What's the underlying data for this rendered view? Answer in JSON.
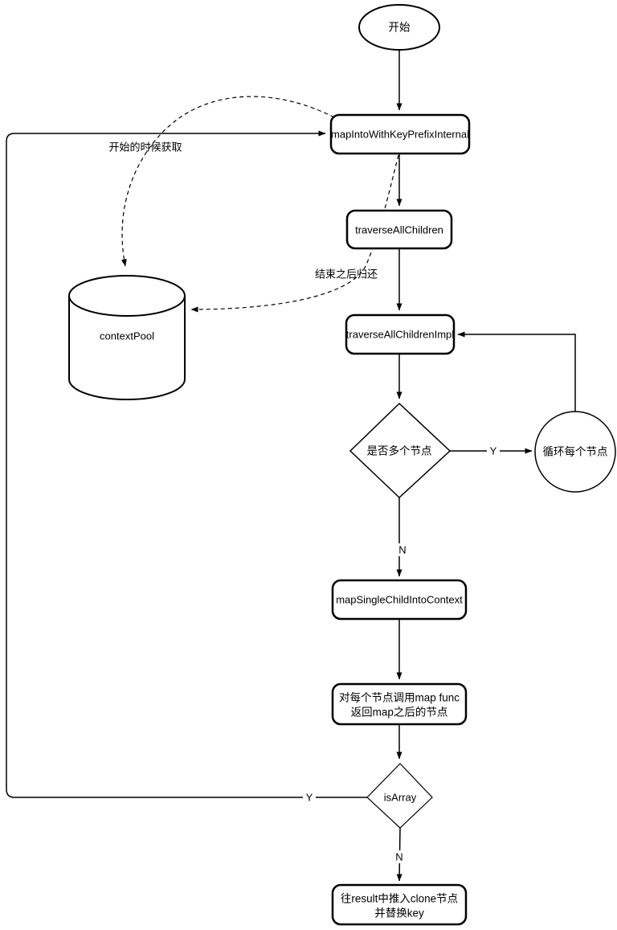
{
  "diagram": {
    "background_color": "#ffffff",
    "stroke_color": "#000000",
    "nodes": {
      "start": {
        "shape": "ellipse",
        "label": "开始"
      },
      "map_into": {
        "shape": "rounded-rect",
        "label": "mapIntoWithKeyPrefixInternal"
      },
      "traverse_all": {
        "shape": "rounded-rect",
        "label": "traverseAllChildren"
      },
      "traverse_impl": {
        "shape": "rounded-rect",
        "label": "traverseAllChildrenImpl"
      },
      "multi_node_decision": {
        "shape": "diamond",
        "label": "是否多个节点"
      },
      "loop_each_node": {
        "shape": "circle",
        "label": "循环每个节点"
      },
      "map_single": {
        "shape": "rounded-rect",
        "label": "mapSingleChildIntoContext"
      },
      "call_map_func": {
        "shape": "rounded-rect",
        "line1": "对每个节点调用map func",
        "line2": "返回map之后的节点"
      },
      "is_array_decision": {
        "shape": "diamond",
        "label": "isArray"
      },
      "push_result": {
        "shape": "rounded-rect",
        "line1": "往result中推入clone节点",
        "line2": "并替换key"
      },
      "context_pool": {
        "shape": "cylinder",
        "label": "contextPool"
      }
    },
    "edge_labels": {
      "acquire": "开始的时候获取",
      "release": "结束之后归还",
      "multi_yes": "Y",
      "multi_no": "N",
      "array_yes": "Y",
      "array_no": "N"
    }
  }
}
